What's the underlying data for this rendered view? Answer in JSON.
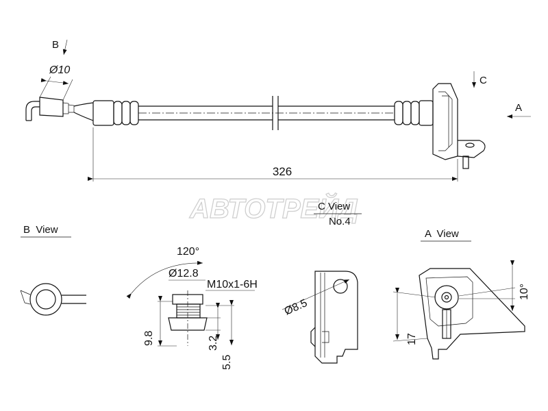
{
  "colors": {
    "line": "#111111",
    "watermark": "#cfcfcf"
  },
  "overall_length": "326",
  "hose_fitting_dia": "Ø10",
  "arrows": {
    "b": "B",
    "c": "C",
    "a": "A"
  },
  "views": {
    "b_view": {
      "title": "B  View"
    },
    "c_view": {
      "title": "C View",
      "subtitle": "No.4",
      "hole_dia": "Ø8.5"
    },
    "a_view": {
      "title": "A  View",
      "angle": "10°",
      "offset": "17"
    }
  },
  "fitting": {
    "angle": "120°",
    "dia": "Ø12.8",
    "thread": "M10x1-6H",
    "height": "9.8",
    "dim_a": "3.2",
    "dim_b": "5.5"
  },
  "watermark": "АВТОТРЕЙД"
}
